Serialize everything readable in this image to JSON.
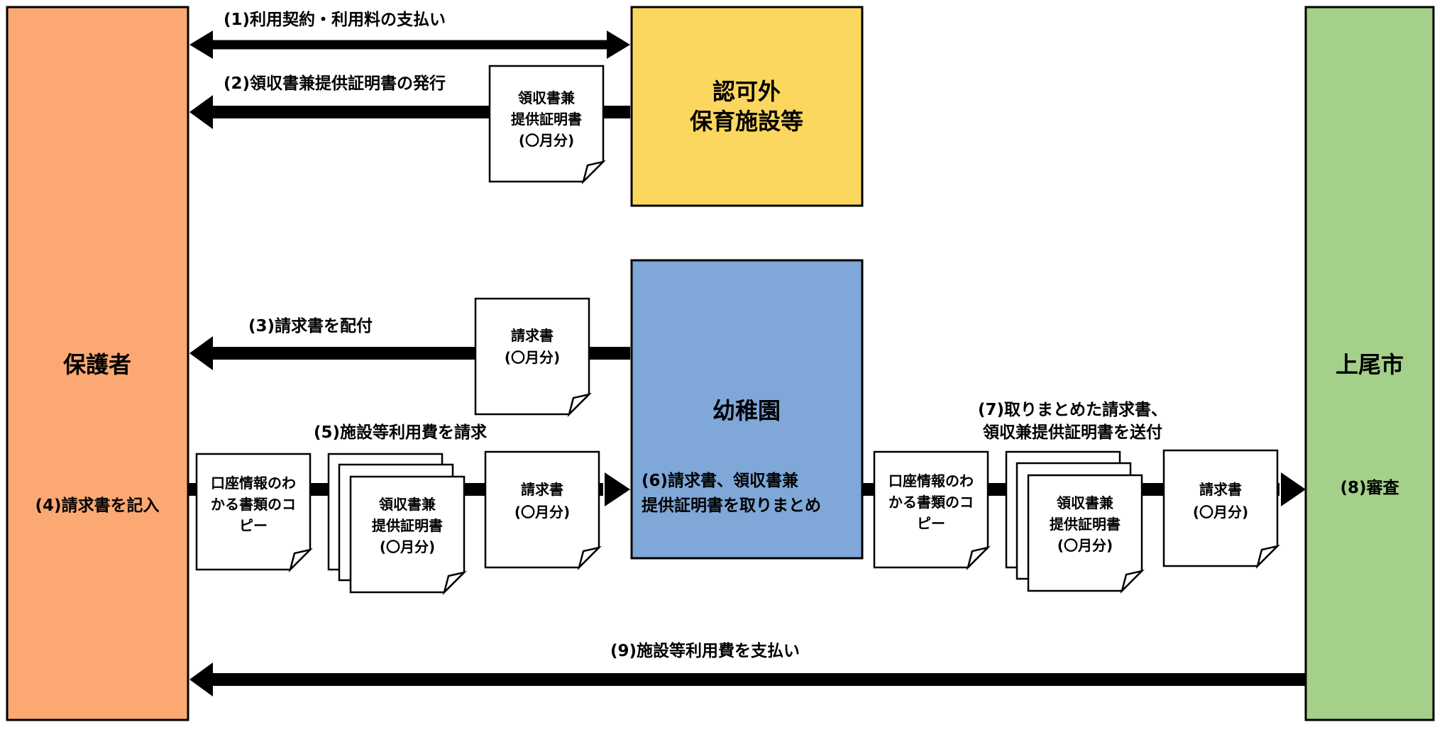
{
  "actors": {
    "guardian": {
      "name": "保護者",
      "action": "(4)請求書を記入",
      "color": "#FBA873"
    },
    "facility": {
      "name_line1": "認可外",
      "name_line2": "保育施設等",
      "color": "#FCD75F"
    },
    "kindergarten": {
      "name": "幼稚園",
      "action_line1": "(6)請求書、領収書兼",
      "action_line2": "提供証明書を取りまとめ",
      "color": "#7FA7D8"
    },
    "city": {
      "name": "上尾市",
      "action": "(8)審査",
      "color": "#A4D08A"
    }
  },
  "steps": {
    "s1": "(1)利用契約・利用料の支払い",
    "s2": "(2)領収書兼提供証明書の発行",
    "s3": "(3)請求書を配付",
    "s5": "(5)施設等利用費を請求",
    "s7_line1": "(7)取りまとめた請求書、",
    "s7_line2": "領収兼提供証明書を送付",
    "s9": "(9)施設等利用費を支払い"
  },
  "documents": {
    "receipt": {
      "line1": "領収書兼",
      "line2": "提供証明書",
      "line3": "(〇月分)"
    },
    "invoice": {
      "line1": "請求書",
      "line2": "(〇月分)"
    },
    "bank": {
      "line1": "口座情報のわ",
      "line2": "かる書類のコ",
      "line3": "ピー"
    }
  }
}
